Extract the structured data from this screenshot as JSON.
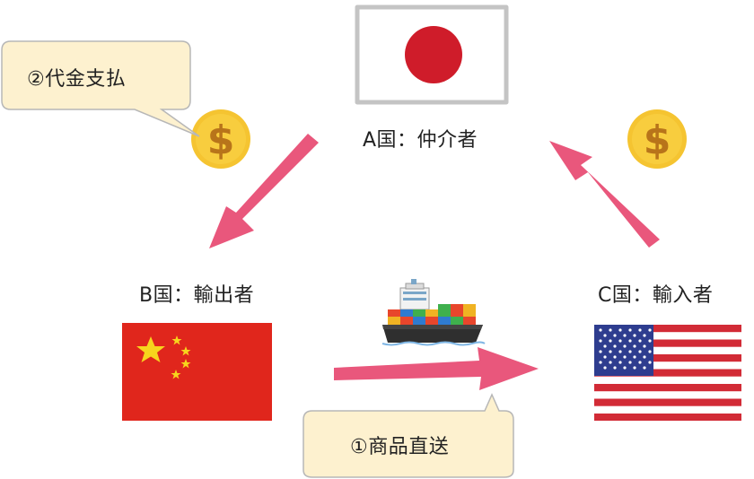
{
  "countries": {
    "a": {
      "label": "A国：仲介者",
      "flag": "japan-flag"
    },
    "b": {
      "label": "B国：輸出者",
      "flag": "china-flag"
    },
    "c": {
      "label": "C国：輸入者",
      "flag": "usa-flag"
    }
  },
  "callouts": {
    "payment": "②代金支払",
    "shipment": "①商品直送"
  },
  "colors": {
    "arrow": "#e9577c",
    "callout_fill": "#fdf1cf",
    "callout_stroke": "#b7b7b7",
    "coin": "#f5c431",
    "coin_symbol": "#b8741a"
  }
}
